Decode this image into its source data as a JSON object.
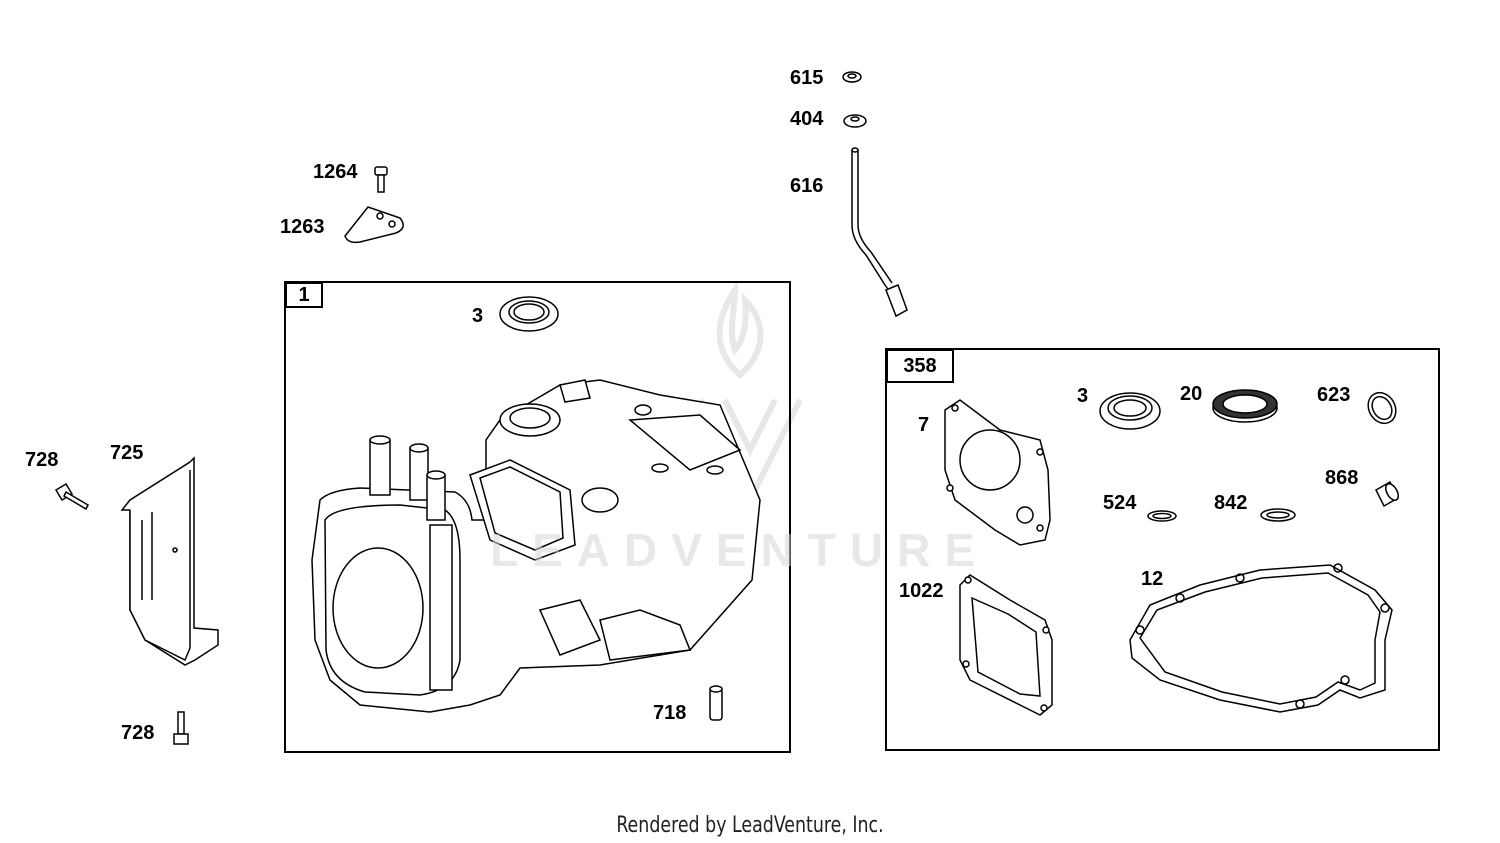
{
  "watermark": {
    "text": "LEADVENTURE"
  },
  "footer": {
    "text": "Rendered by LeadVenture, Inc."
  },
  "assemblies": [
    {
      "id": "engine-block",
      "tag": "1"
    },
    {
      "id": "gasket-set",
      "tag": "358"
    }
  ],
  "callouts": {
    "c615": "615",
    "c404": "404",
    "c616": "616",
    "c1264": "1264",
    "c1263": "1263",
    "c3a": "3",
    "c718": "718",
    "c728a": "728",
    "c725": "725",
    "c728b": "728",
    "c7": "7",
    "c3b": "3",
    "c20": "20",
    "c623": "623",
    "c868": "868",
    "c524": "524",
    "c842": "842",
    "c1022": "1022",
    "c12": "12"
  }
}
